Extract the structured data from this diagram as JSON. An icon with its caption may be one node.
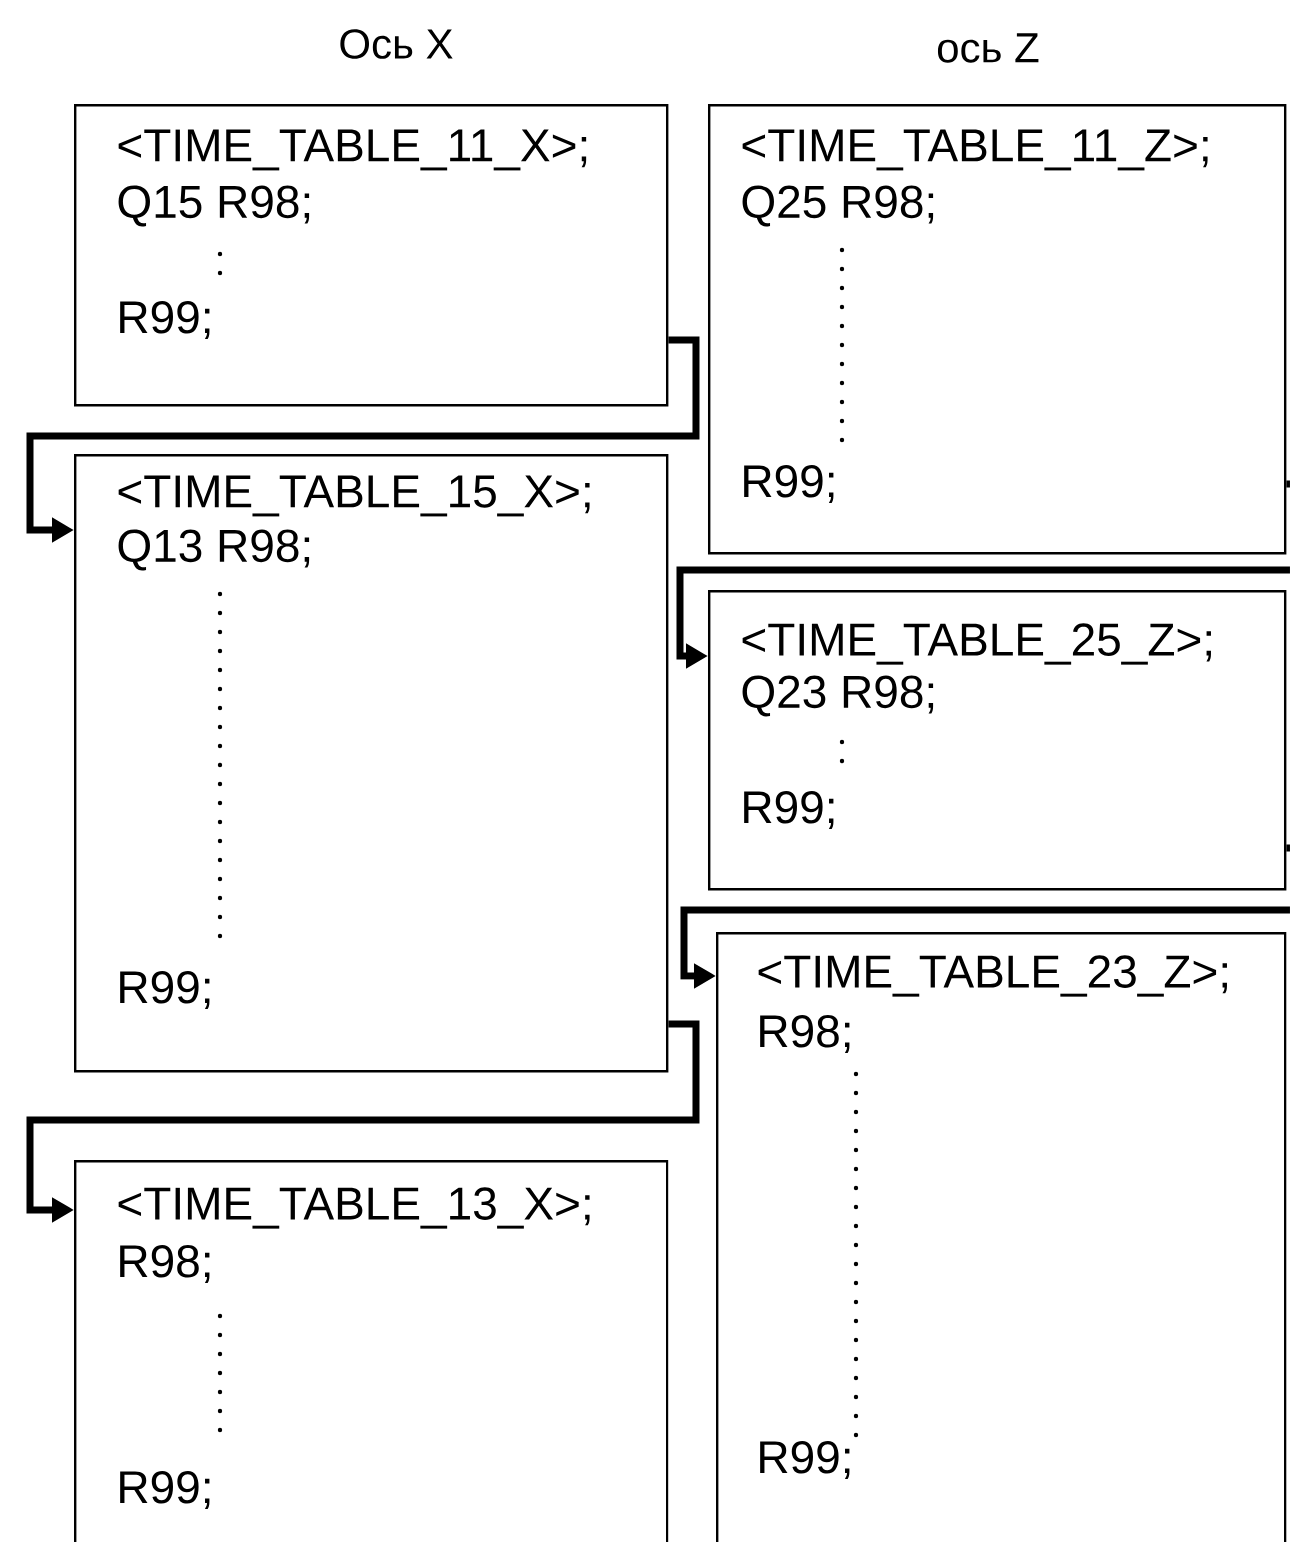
{
  "diagram": {
    "nodes": [
      {
        "text": [
          "<TIME_TABLE_11_X>;",
          "Q15 R98;",
          "R99;"
        ]
      },
      {
        "text": [
          "<TIME_TABLE_15_X>;",
          "Q13 R98;",
          "R99;"
        ]
      },
      {
        "text": [
          "<TIME_TABLE_13_X>;",
          "R98;",
          "R99;"
        ]
      },
      {
        "text": [
          "<TIME_TABLE_11_Z>;",
          "Q25 R98;",
          "R99;"
        ]
      },
      {
        "text": [
          "<TIME_TABLE_25_Z>;",
          "Q23 R98;",
          "R99;"
        ]
      },
      {
        "text": [
          "<TIME_TABLE_23_Z>;",
          "R98;",
          "R99;"
        ]
      }
    ],
    "edges": [
      {
        "from": 0,
        "to": 1,
        "arrow": "to"
      },
      {
        "from": 1,
        "to": 2,
        "arrow": "to"
      },
      {
        "from": 3,
        "to": 4,
        "arrow": "to"
      },
      {
        "from": 4,
        "to": 5,
        "arrow": "to"
      }
    ],
    "labels": [
      "Ось X",
      "ось Z"
    ]
  }
}
